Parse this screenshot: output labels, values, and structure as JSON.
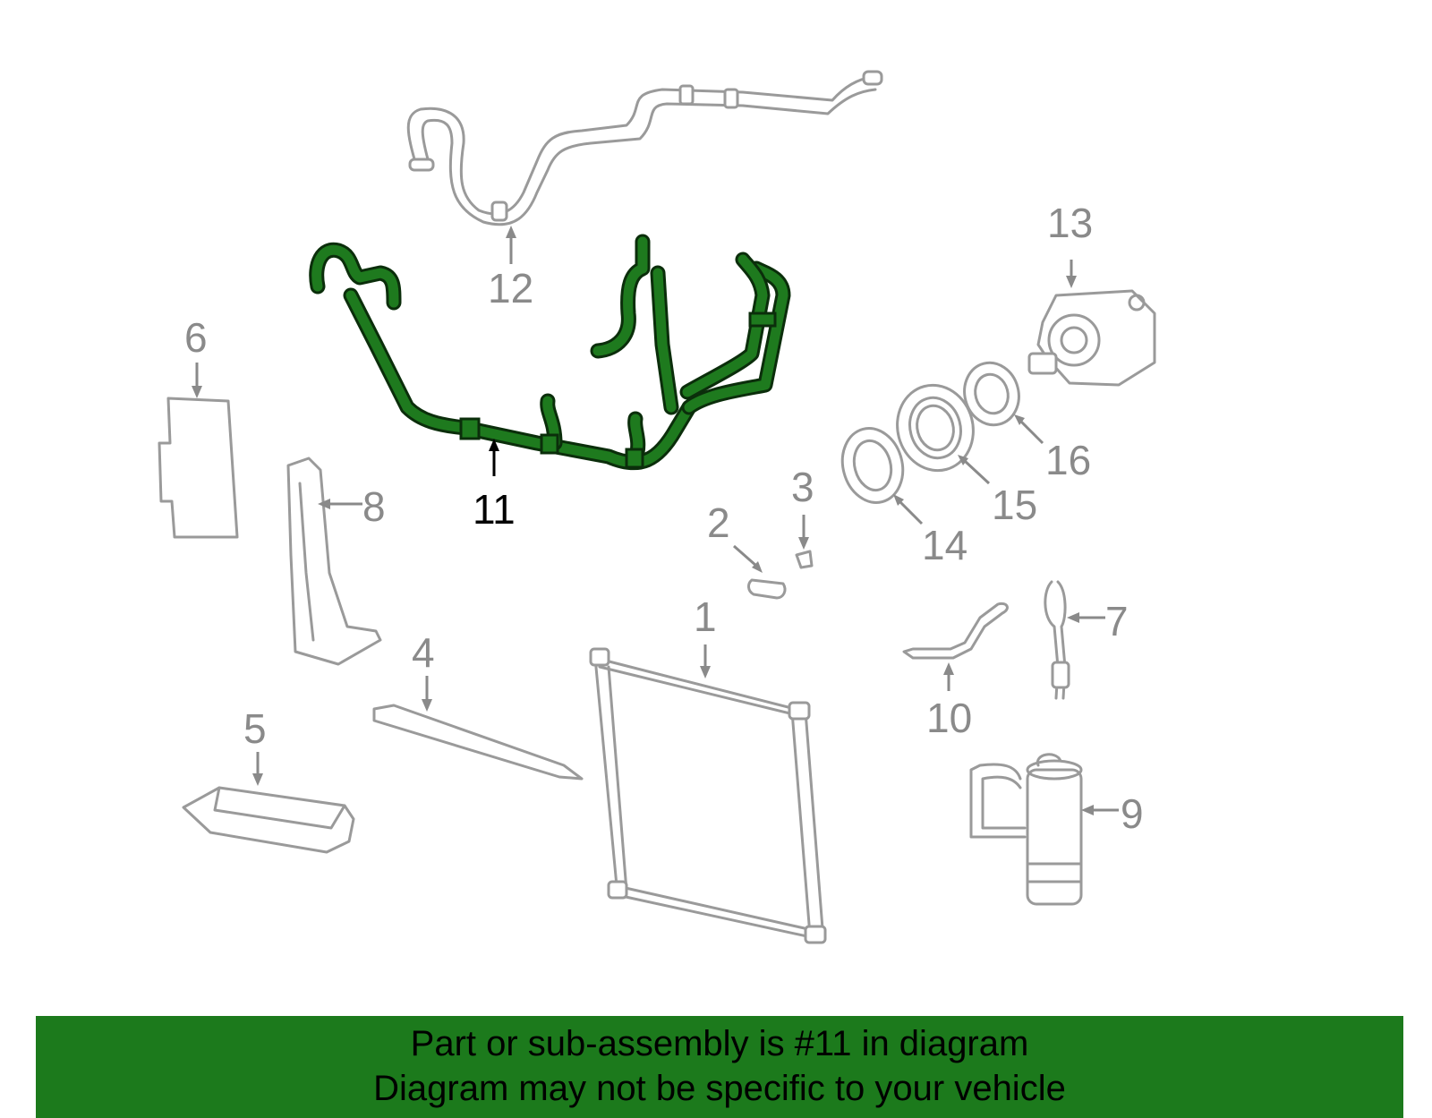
{
  "banner": {
    "line1": "Part or sub-assembly is #11 in diagram",
    "line2": "Diagram may not be specific to your vehicle"
  },
  "callouts": {
    "c1": "1",
    "c2": "2",
    "c3": "3",
    "c4": "4",
    "c5": "5",
    "c6": "6",
    "c7": "7",
    "c8": "8",
    "c9": "9",
    "c10": "10",
    "c11": "11",
    "c12": "12",
    "c13": "13",
    "c14": "14",
    "c15": "15",
    "c16": "16"
  },
  "highlighted_part": "11",
  "colors": {
    "highlight": "#1e7a1e",
    "banner": "#1c7a1c",
    "part_outline": "#9a9a9a"
  }
}
